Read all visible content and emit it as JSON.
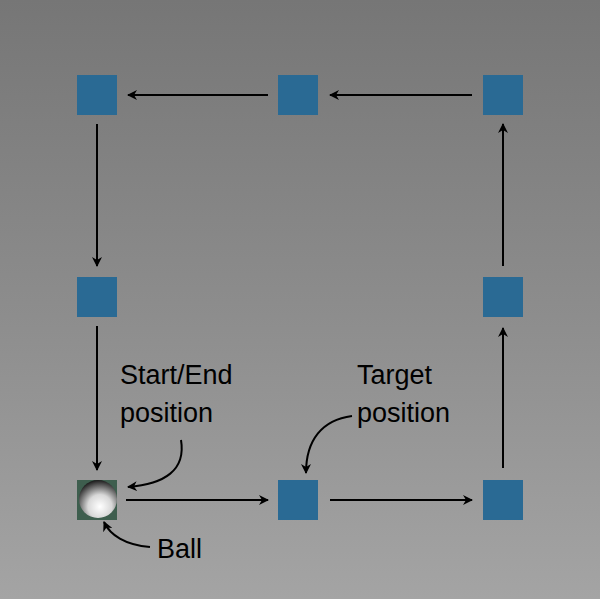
{
  "diagram": {
    "labels": [
      "Start/End position",
      "Target position",
      "Ball"
    ]
  }
}
